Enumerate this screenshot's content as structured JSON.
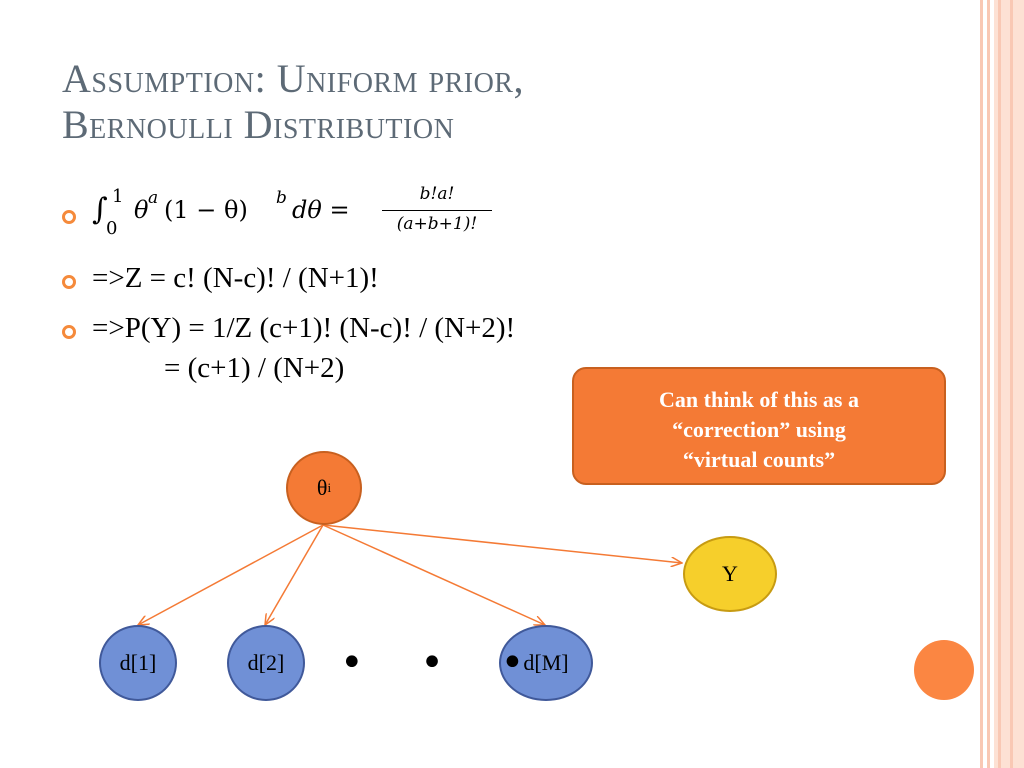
{
  "slide": {
    "title_line1": "Assumption: Uniform prior,",
    "title_line2": "Bernoulli Distribution",
    "bullets": [
      {
        "text": "∫₀¹ θᵃ(1 − θ)ᵇ dθ = b!a! / (a+b+1)!"
      },
      {
        "text": "=>Z = c! (N-c)! / (N+1)!"
      },
      {
        "text": "=>P(Y) = 1/Z (c+1)! (N-c)! / (N+2)!"
      }
    ],
    "continuation": "= (c+1) / (N+2)",
    "callout": {
      "line1": "Can think of this as a",
      "line2": "“correction” using",
      "line3": "“virtual counts”"
    }
  },
  "formula": {
    "lhs_int": "∫",
    "lower": "0",
    "upper": "1",
    "body": "θ",
    "sup_a": "a",
    "paren": "(1 − θ)",
    "sup_b": "b",
    "dtheta": "dθ =",
    "numerator": "b!a!",
    "denominator": "(a+b+1)!"
  },
  "diagram": {
    "theta_node": "θ",
    "theta_sub": "i",
    "y_node": "Y",
    "d_nodes": [
      "d[1]",
      "d[2]",
      "d[M]"
    ],
    "ellipsis": "• • •"
  },
  "colors": {
    "accent_orange": "#f47a35",
    "title_gray": "#5d6a76",
    "node_blue": "#7090d6",
    "node_yellow": "#f6cf2b",
    "stripe_pink": "#f9c8b4"
  }
}
